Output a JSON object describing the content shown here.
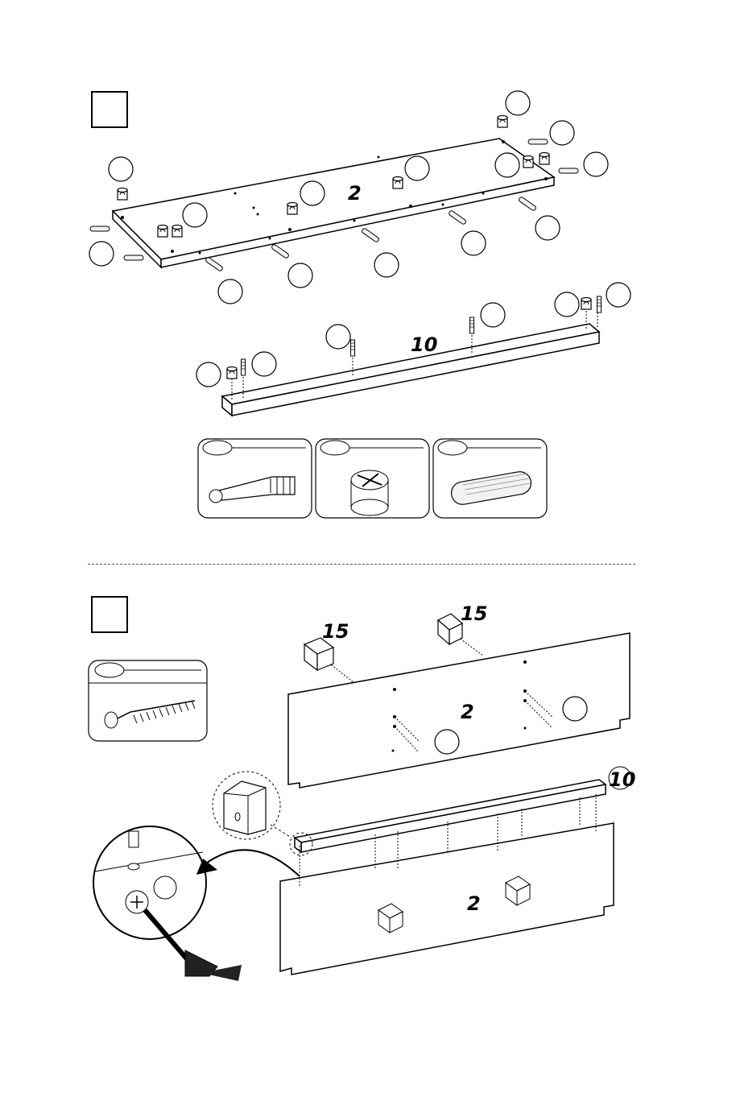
{
  "step1": {
    "number": "",
    "parts": {
      "panel": "2",
      "rail": "10"
    },
    "hardware_legend": [
      {
        "code": "",
        "item": "cam-bolt"
      },
      {
        "code": "",
        "item": "cam-lock"
      },
      {
        "code": "",
        "item": "wood-dowel"
      }
    ]
  },
  "step2": {
    "number": "",
    "parts": {
      "panel_top": "2",
      "panel_bottom": "2",
      "rail": "10",
      "block_left": "15",
      "block_right": "15"
    },
    "hardware_legend": [
      {
        "code": "",
        "item": "screw"
      }
    ]
  },
  "colors": {
    "line": "#000000",
    "fill": "#ffffff",
    "dowel": "#f2f2f2",
    "shadow": "#cccccc"
  }
}
